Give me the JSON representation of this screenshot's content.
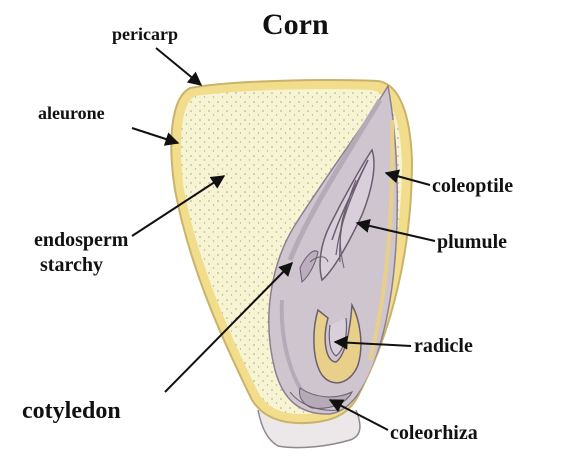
{
  "title": "Corn",
  "labels": {
    "pericarp": "pericarp",
    "aleurone": "aleurone",
    "endosperm": "endosperm",
    "starchy": "starchy",
    "cotyledon": "cotyledon",
    "coleoptile": "coleoptile",
    "plumule": "plumule",
    "radicle": "radicle",
    "coleorhiza": "coleorhiza"
  },
  "colors": {
    "pericarp_outline": "#c9b36a",
    "aleurone_band": "#f1dd8c",
    "endosperm_fill": "#f7f4d4",
    "embryo_fill": "#cfc5cf",
    "embryo_shade": "#b7aab8",
    "embryo_lines": "#6c5d6f",
    "scutellum_yellow": "#e8d08a"
  }
}
